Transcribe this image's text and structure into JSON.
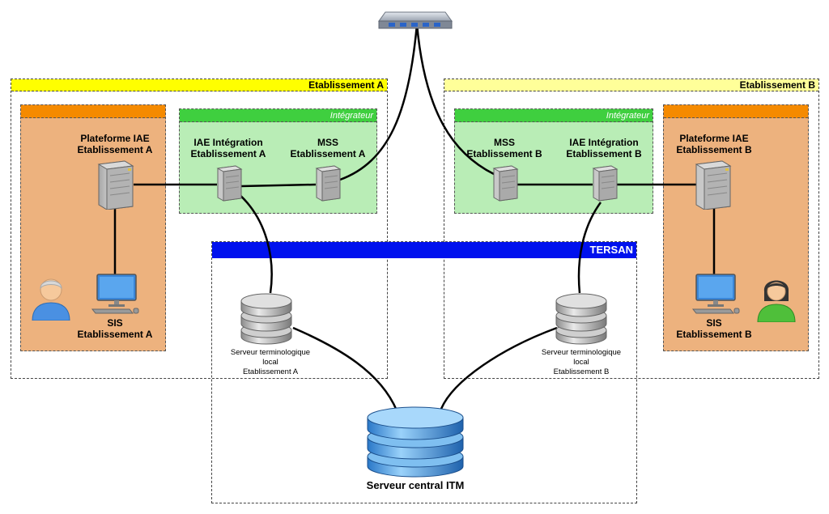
{
  "zones": {
    "etab_a": "Etablissement A",
    "etab_b": "Etablissement B",
    "integrateur_a": "Intégrateur",
    "integrateur_b": "Intégrateur",
    "tersan": "TERSAN"
  },
  "nodes": {
    "plateforme_a": [
      "Plateforme IAE",
      "Etablissement A"
    ],
    "iae_integration_a": [
      "IAE Intégration",
      "Etablissement A"
    ],
    "mss_a": [
      "MSS",
      "Etablissement A"
    ],
    "sis_a": [
      "SIS",
      "Etablissement A"
    ],
    "mss_b": [
      "MSS",
      "Etablissement B"
    ],
    "iae_integration_b": [
      "IAE Intégration",
      "Etablissement B"
    ],
    "plateforme_b": [
      "Plateforme IAE",
      "Etablissement B"
    ],
    "sis_b": [
      "SIS",
      "Etablissement B"
    ],
    "serveur_local_a": [
      "Serveur terminologique",
      "local",
      "Etablissement A"
    ],
    "serveur_local_b": [
      "Serveur terminologique",
      "local",
      "Etablissement B"
    ],
    "serveur_central": "Serveur central ITM"
  },
  "colors": {
    "etab_a_header": "#ffff00",
    "etab_b_header": "#ffff99",
    "orange": "#edb27e",
    "orange_bar": "#f58a00",
    "green": "#b9edb6",
    "green_bar": "#3fcf3f",
    "tersan_bar": "#0011ee"
  }
}
